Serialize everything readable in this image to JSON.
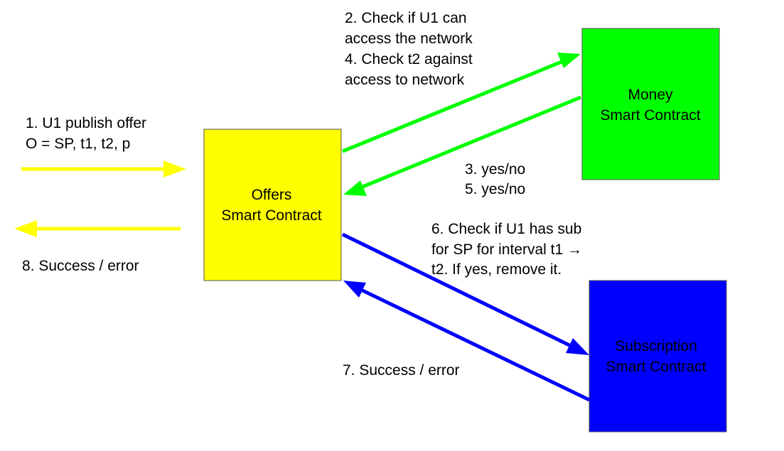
{
  "colors": {
    "offers": "#ffff00",
    "money": "#00ff00",
    "subscription": "#0000ff",
    "yellow_arrow": "#ffff00",
    "green_arrow": "#00ff00",
    "blue_arrow": "#0000ff",
    "text": "#000000"
  },
  "boxes": {
    "offers": {
      "line1": "Offers",
      "line2": "Smart Contract"
    },
    "money": {
      "line1": "Money",
      "line2": "Smart Contract"
    },
    "subscription": {
      "line1": "Subscription",
      "line2": "Smart Contract"
    }
  },
  "notes": {
    "step1": [
      "1. U1 publish offer",
      "O = SP, t1, t2, p"
    ],
    "step2_4": [
      "2. Check if U1 can",
      "access the network",
      "4. Check t2 against",
      "access to network"
    ],
    "step3_5": [
      "3. yes/no",
      "5. yes/no"
    ],
    "step6": [
      "6. Check if U1 has sub",
      "for SP for interval t1 →",
      "t2. If yes, remove it."
    ],
    "step7": [
      "7. Success / error"
    ],
    "step8": [
      "8. Success / error"
    ]
  }
}
